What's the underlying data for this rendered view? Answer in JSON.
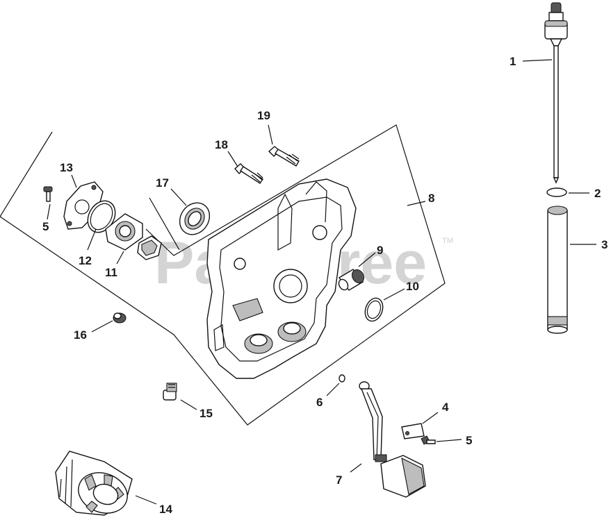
{
  "watermark": {
    "text": "PartsTree",
    "trademark": "TM"
  },
  "callouts": {
    "c1": "1",
    "c2": "2",
    "c3": "3",
    "c4": "4",
    "c5a": "5",
    "c5b": "5",
    "c6": "6",
    "c7": "7",
    "c8": "8",
    "c9": "9",
    "c10": "10",
    "c11": "11",
    "c12": "12",
    "c13": "13",
    "c14": "14",
    "c15": "15",
    "c16": "16",
    "c17": "17",
    "c18": "18",
    "c19": "19"
  }
}
